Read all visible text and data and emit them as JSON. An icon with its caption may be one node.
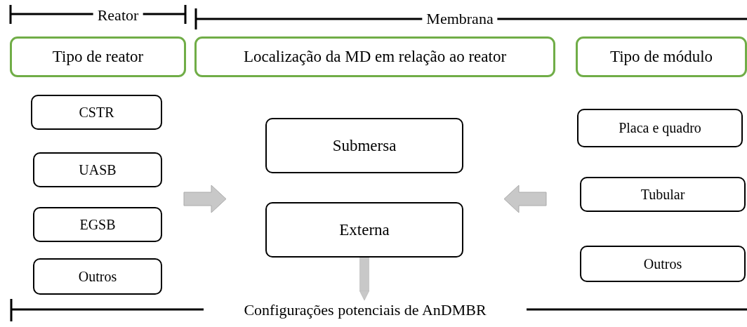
{
  "diagram": {
    "nodes": [
      {
        "text": [
          "Tipo de reator"
        ]
      },
      {
        "text": [
          "Localização da MD em relação ao reator"
        ]
      },
      {
        "text": [
          "Tipo de módulo"
        ]
      },
      {
        "text": [
          "CSTR"
        ]
      },
      {
        "text": [
          "UASB"
        ]
      },
      {
        "text": [
          "EGSB"
        ]
      },
      {
        "text": [
          "Outros"
        ]
      },
      {
        "text": [
          "Submersa"
        ]
      },
      {
        "text": [
          "Externa"
        ]
      },
      {
        "text": [
          "Placa e quadro"
        ]
      },
      {
        "text": [
          "Tubular"
        ]
      },
      {
        "text": [
          "Outros"
        ]
      },
      {
        "text": [
          "Configurações potenciais de AnDMBR"
        ]
      }
    ],
    "edges": [
      {
        "from": 8,
        "to": 12,
        "arrow": "to"
      }
    ],
    "labels": [
      "Reator",
      "Membrana"
    ]
  }
}
